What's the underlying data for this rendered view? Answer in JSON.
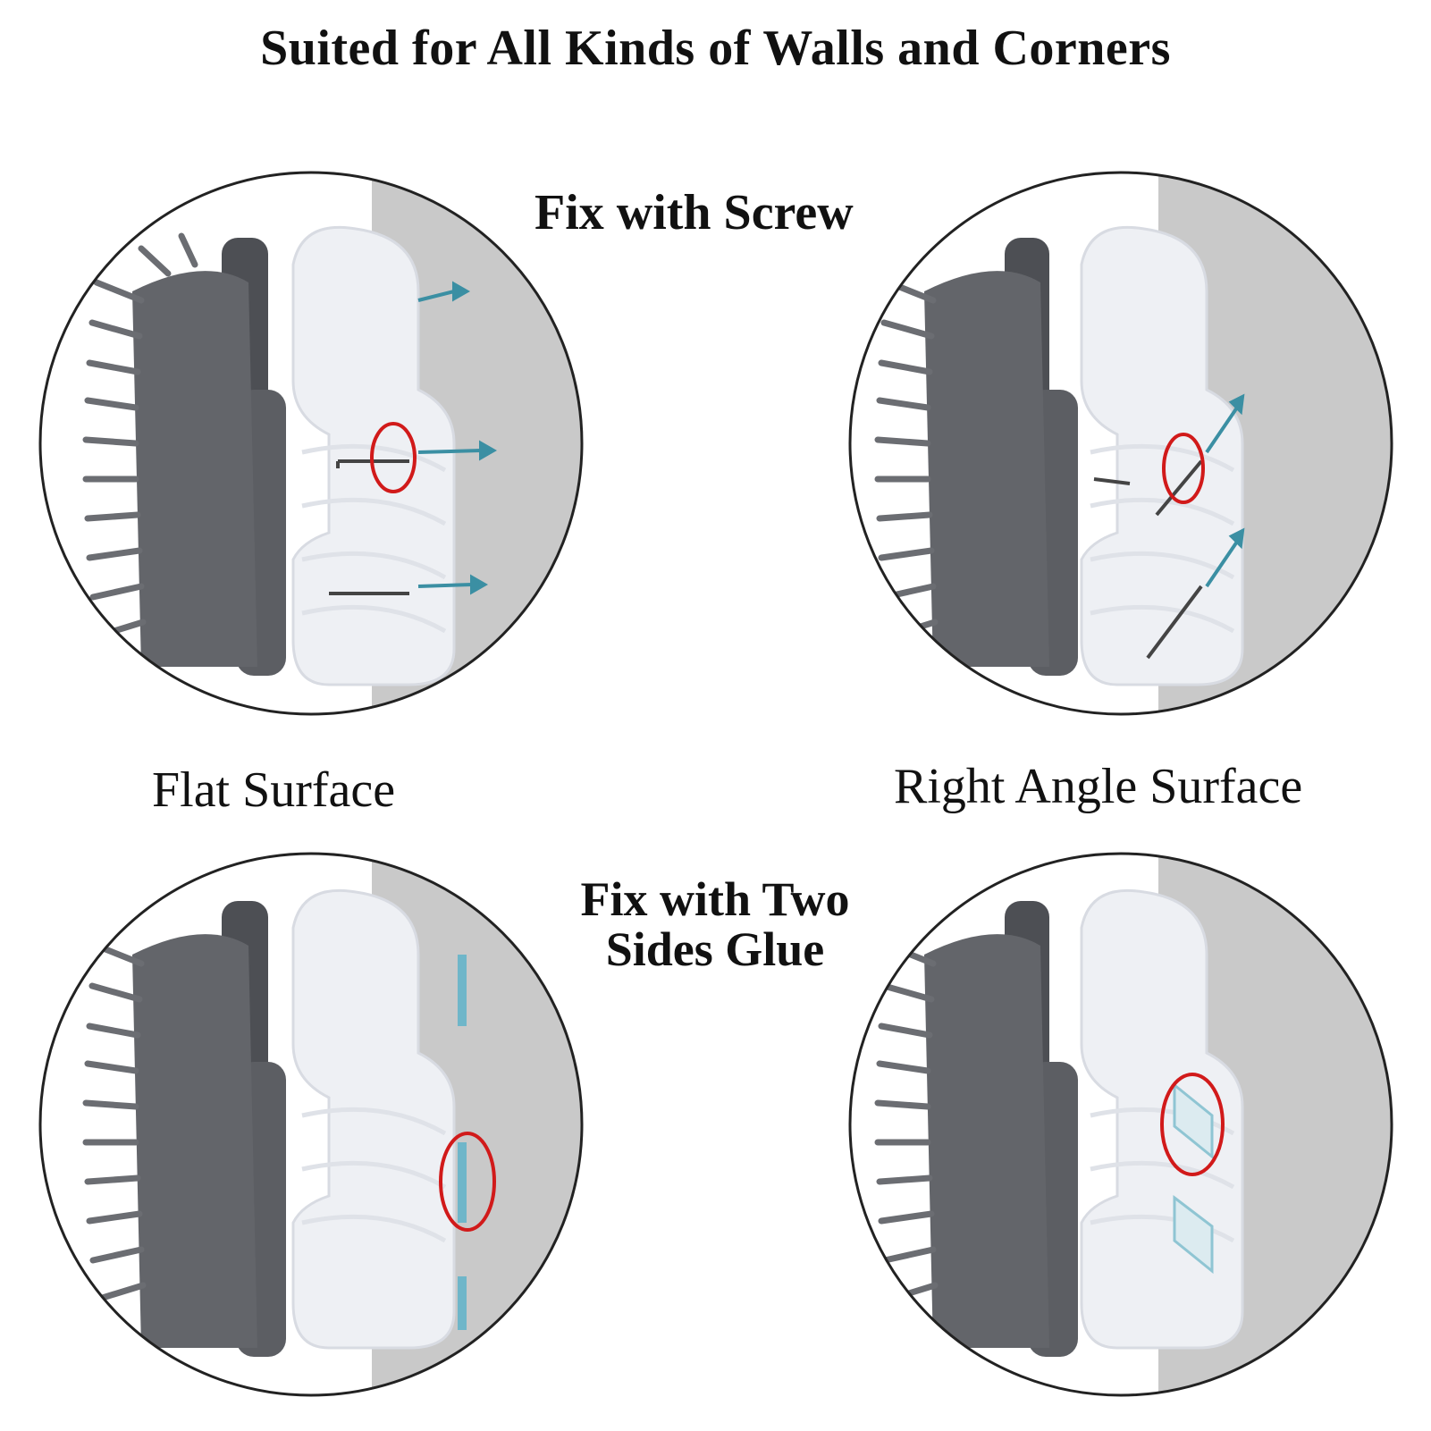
{
  "title": "Suited for All Kinds of Walls and Corners",
  "labels": {
    "fix_screw": "Fix with Screw",
    "fix_glue_line1": "Fix with Two",
    "fix_glue_line2": "Sides Glue",
    "flat_surface": "Flat Surface",
    "right_angle_surface": "Right Angle Surface"
  },
  "colors": {
    "brush": "#5f6166",
    "bristle": "#6b6d72",
    "wall": "#c9c9c9",
    "holder": "#eef0f4",
    "highlight": "#d11a1a",
    "arrow": "#3b8fa3",
    "tape": "#6fb6c9"
  },
  "icons": {
    "screw": "screw-icon",
    "arrow": "arrow-right-icon",
    "highlight": "red-circle-highlight-icon",
    "tape": "double-sided-tape-icon"
  }
}
